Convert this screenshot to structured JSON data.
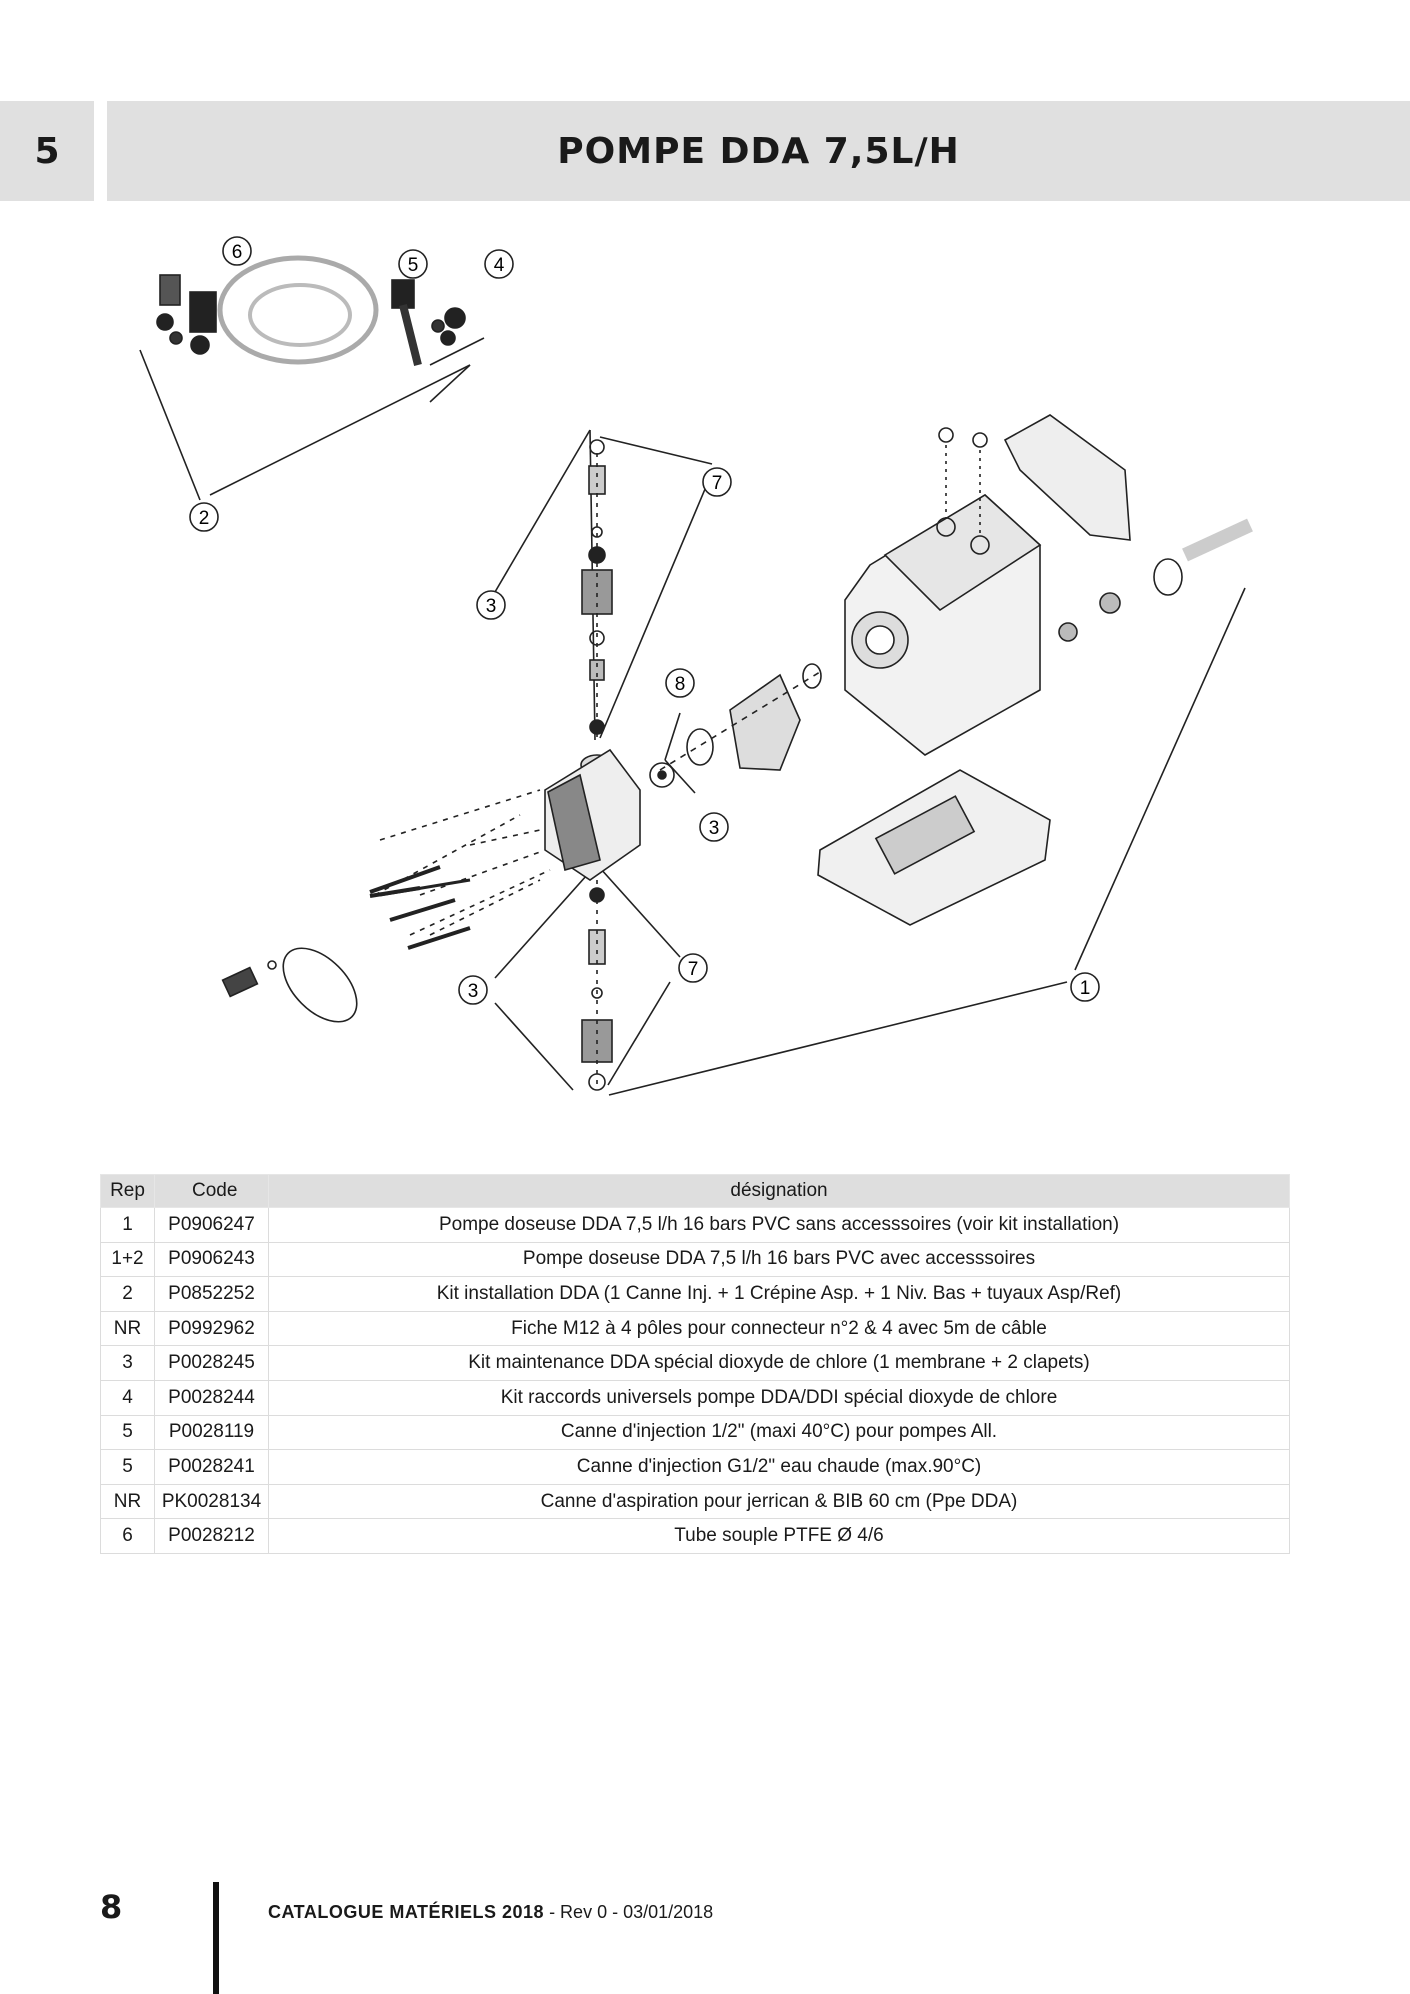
{
  "header": {
    "section_number": "5",
    "title": "POMPE DDA 7,5L/H"
  },
  "diagram": {
    "callouts": {
      "c1": "1",
      "c2": "2",
      "c3a": "3",
      "c3b": "3",
      "c3c": "3",
      "c4": "4",
      "c5": "5",
      "c6": "6",
      "c7a": "7",
      "c7b": "7",
      "c8": "8"
    }
  },
  "table": {
    "columns": {
      "rep": "Rep",
      "code": "Code",
      "designation": "désignation"
    },
    "rows": [
      {
        "rep": "1",
        "code": "P0906247",
        "designation": "Pompe doseuse DDA 7,5 l/h 16 bars PVC sans accesssoires (voir kit installation)"
      },
      {
        "rep": "1+2",
        "code": "P0906243",
        "designation": "Pompe doseuse DDA 7,5 l/h 16 bars PVC avec accesssoires"
      },
      {
        "rep": "2",
        "code": "P0852252",
        "designation": "Kit installation DDA (1 Canne Inj. + 1 Crépine Asp. + 1 Niv. Bas + tuyaux Asp/Ref)"
      },
      {
        "rep": "NR",
        "code": "P0992962",
        "designation": "Fiche M12 à 4 pôles pour connecteur n°2 & 4 avec 5m de câble"
      },
      {
        "rep": "3",
        "code": "P0028245",
        "designation": "Kit maintenance DDA spécial dioxyde de chlore (1 membrane + 2 clapets)"
      },
      {
        "rep": "4",
        "code": "P0028244",
        "designation": "Kit raccords universels pompe DDA/DDI spécial dioxyde de chlore"
      },
      {
        "rep": "5",
        "code": "P0028119",
        "designation": "Canne d'injection 1/2\" (maxi 40°C) pour pompes All."
      },
      {
        "rep": "5",
        "code": "P0028241",
        "designation": "Canne d'injection G1/2\" eau chaude (max.90°C)"
      },
      {
        "rep": "NR",
        "code": "PK0028134",
        "designation": "Canne d'aspiration pour jerrican & BIB 60 cm (Ppe DDA)"
      },
      {
        "rep": "6",
        "code": "P0028212",
        "designation": "Tube souple PTFE Ø 4/6"
      }
    ]
  },
  "footer": {
    "page_number": "8",
    "catalogue": "CATALOGUE MATÉRIELS 2018",
    "revision": "- Rev 0 - 03/01/2018"
  }
}
